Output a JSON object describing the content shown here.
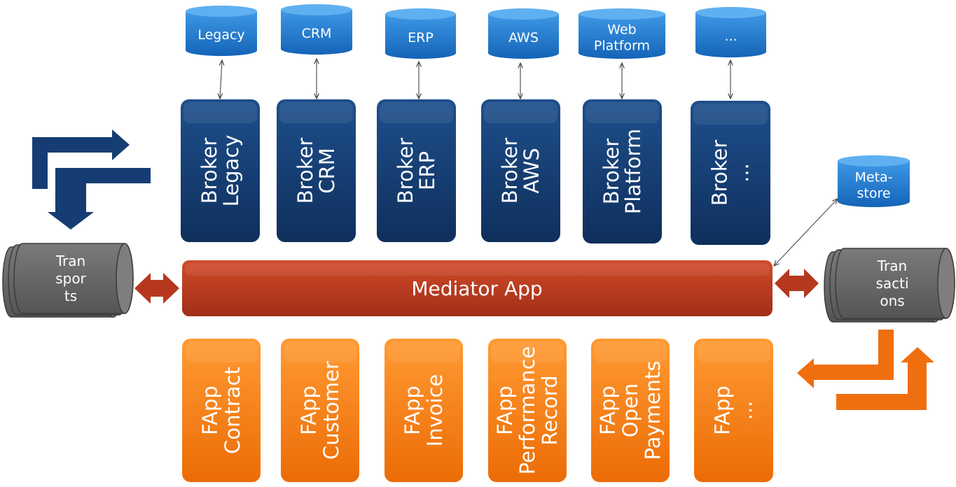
{
  "colors": {
    "db_blue": "#1b75c9",
    "broker_navy": "#123a6e",
    "fapp_orange": "#f47b0f",
    "mediator_red": "#b63a20",
    "cylinder_gray": "#6b6b6b",
    "arrow_navy": "#163d73",
    "arrow_orange": "#ef6f0f"
  },
  "databases": [
    {
      "lines": [
        "Legacy"
      ]
    },
    {
      "lines": [
        "CRM"
      ]
    },
    {
      "lines": [
        "ERP"
      ]
    },
    {
      "lines": [
        "AWS"
      ]
    },
    {
      "lines": [
        "Web",
        "Platform"
      ]
    },
    {
      "lines": [
        "..."
      ]
    }
  ],
  "brokers": [
    {
      "lines": [
        "Broker",
        "Legacy"
      ]
    },
    {
      "lines": [
        "Broker",
        "CRM"
      ]
    },
    {
      "lines": [
        "Broker",
        "ERP"
      ]
    },
    {
      "lines": [
        "Broker",
        "AWS"
      ]
    },
    {
      "lines": [
        "Broker",
        "Platform"
      ]
    },
    {
      "lines": [
        "Broker",
        "..."
      ]
    }
  ],
  "mediator": {
    "label": "Mediator App"
  },
  "fapps": [
    {
      "lines": [
        "FApp",
        "Contract"
      ]
    },
    {
      "lines": [
        "FApp",
        "Customer"
      ]
    },
    {
      "lines": [
        "FApp",
        "Invoice"
      ]
    },
    {
      "lines": [
        "FApp",
        "Performance",
        "Record"
      ]
    },
    {
      "lines": [
        "FApp",
        "Open",
        "Payments"
      ]
    },
    {
      "lines": [
        "FApp",
        "..."
      ]
    }
  ],
  "metastore": {
    "lines": [
      "Meta-",
      "store"
    ]
  },
  "transports": {
    "lines": [
      "Tran",
      "spor",
      "ts"
    ]
  },
  "transactions": {
    "lines": [
      "Tran",
      "sacti",
      "ons"
    ]
  }
}
